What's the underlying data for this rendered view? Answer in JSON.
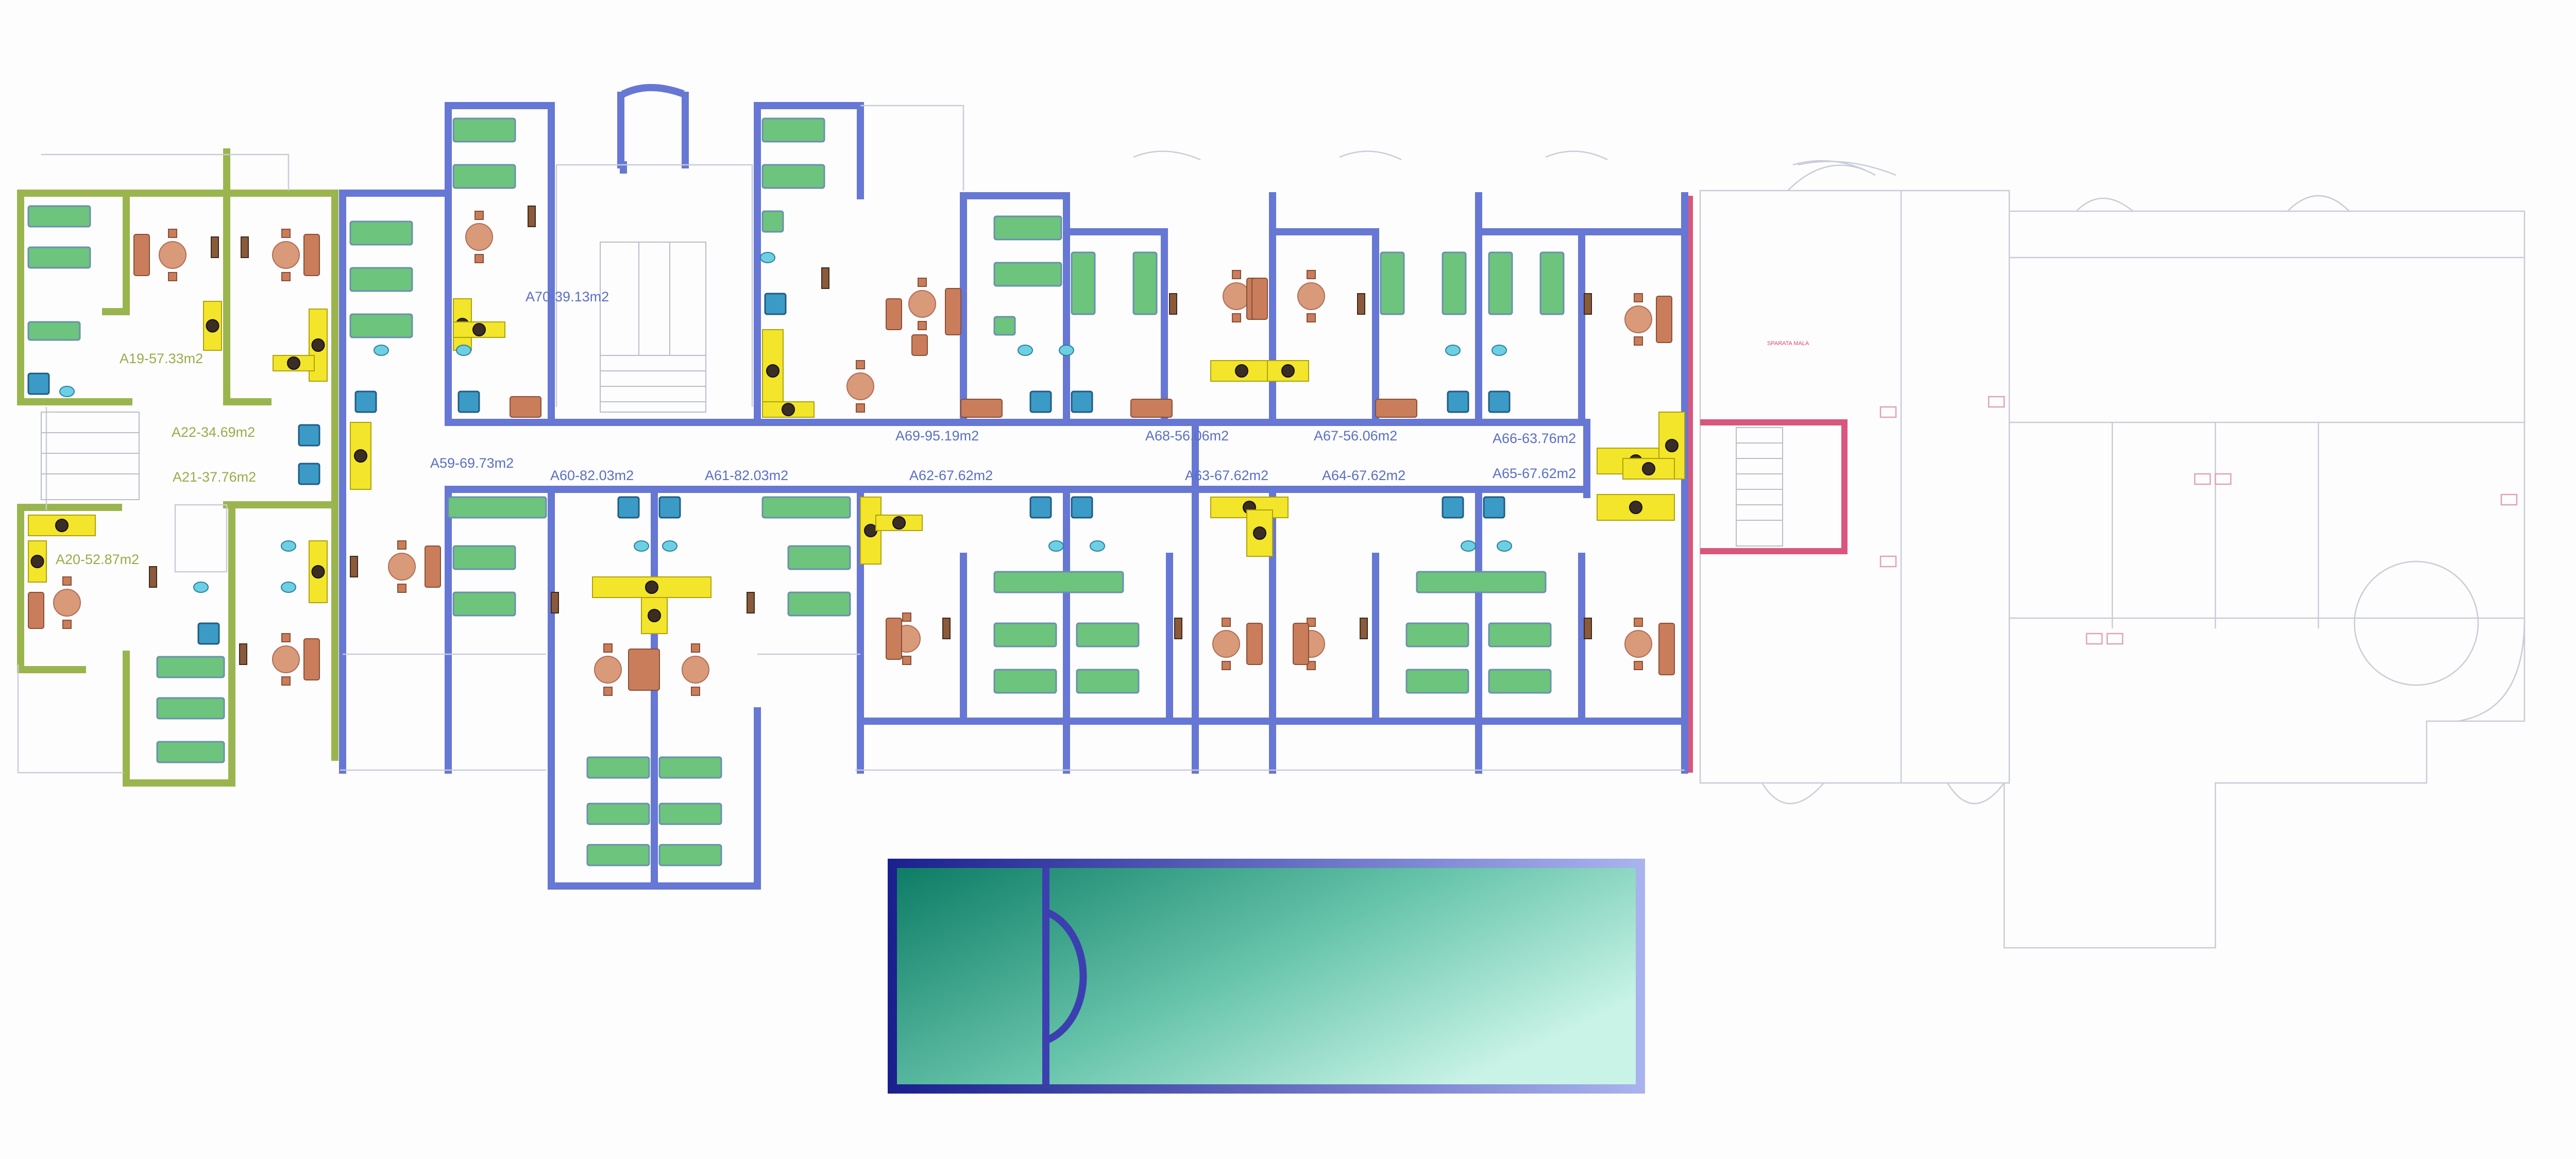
{
  "plan": {
    "units": {
      "A19": "A19-57.33m2",
      "A20": "A20-52.87m2",
      "A21": "A21-37.76m2",
      "A22": "A22-34.69m2",
      "A59": "A59-69.73m2",
      "A60": "A60-82.03m2",
      "A61": "A61-82.03m2",
      "A62": "A62-67.62m2",
      "A63": "A63-67.62m2",
      "A64": "A64-67.62m2",
      "A65": "A65-67.62m2",
      "A66": "A66-63.76m2",
      "A67": "A67-56.06m2",
      "A68": "A68-56.06m2",
      "A69": "A69-95.19m2",
      "A70": "A70-39.13m2"
    }
  },
  "colors": {
    "wall_blue": "#6677d4",
    "wall_green": "#9ab54e",
    "wall_red": "#d9577c",
    "pool_dark": "#0e7c66",
    "pool_light": "#c8f3e6",
    "pool_frame": "#2228a0"
  },
  "icons": [
    "bed-icon",
    "dining-table-icon",
    "bathtub-icon",
    "sink-icon",
    "kitchen-counter-icon",
    "sofa-icon",
    "staircase-icon",
    "swimming-pool"
  ]
}
